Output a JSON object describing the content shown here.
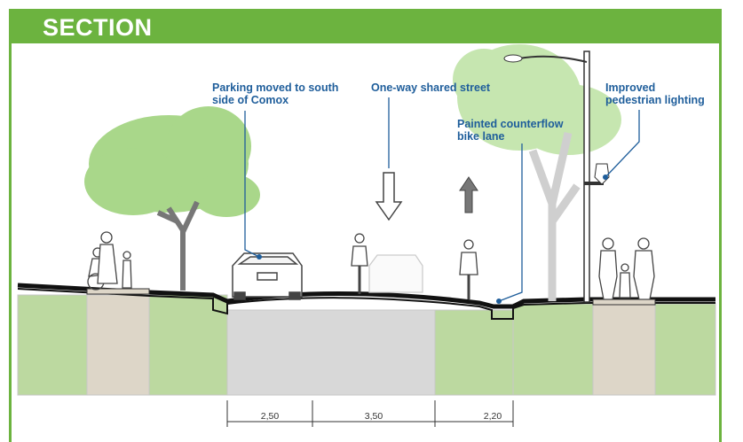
{
  "header": {
    "title": "SECTION"
  },
  "callouts": {
    "parking": "Parking moved to south side of Comox",
    "shared_street": "One-way shared street",
    "counterflow": "Painted counterflow bike lane",
    "lighting": "Improved pedestrian lighting"
  },
  "dimensions": {
    "parking_width": "2,50",
    "lane_width": "3,50",
    "bike_lane_width": "2,20"
  },
  "colors": {
    "accent": "#6cb33f",
    "callout": "#1f5e9b",
    "tree": "#a9d78a",
    "ground": "#bcd9a0",
    "roadbed": "#d8d8d8"
  }
}
